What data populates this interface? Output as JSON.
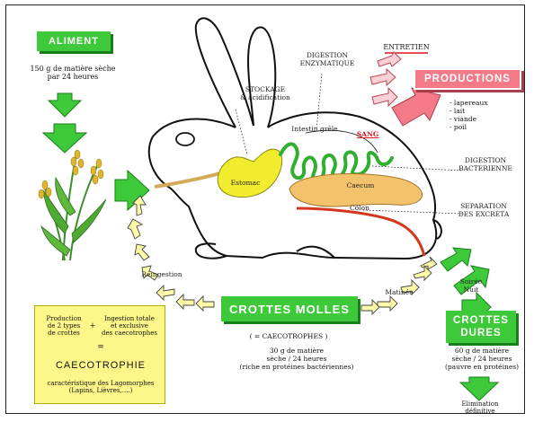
{
  "aliment": {
    "title": "ALIMENT",
    "line1": "150 g de matière sèche",
    "line2": "par 24 heures"
  },
  "rabbit_labels": {
    "stockage": "STOCKAGE",
    "acidification": "& acidification",
    "digestion_enz_1": "DIGESTION",
    "digestion_enz_2": "ENZYMATIQUE",
    "intestin": "Intestin grêle",
    "sang": "SANG",
    "estomac": "Estomac",
    "caecum": "Caecum",
    "colon": "Côlon",
    "digestion_bact_1": "DIGESTION",
    "digestion_bact_2": "BACTERIENNE",
    "separation_1": "SEPARATION",
    "separation_2": "DES EXCRETA"
  },
  "entretien": "ENTRETIEN",
  "productions": {
    "title": "PRODUCTIONS",
    "items": [
      "- lapereaux",
      "- lait",
      "- viande",
      "- poil"
    ]
  },
  "cycle": {
    "reingestion": "Réingestion",
    "matinee": "Matinée",
    "soiree": "Soirée",
    "nuit": "Nuit"
  },
  "crottes_molles": {
    "title": "CROTTES MOLLES",
    "sub": "( = CAECOTROPHES )",
    "line1": "30 g de matière",
    "line2": "sèche / 24 heures",
    "line3": "(riche en protéines bactériennes)"
  },
  "crottes_dures": {
    "title1": "CROTTES",
    "title2": "DURES",
    "line1": "60 g de matière",
    "line2": "sèche / 24 heures",
    "line3": "(pauvre en protéines)",
    "elim1": "Elimination",
    "elim2": "définitive"
  },
  "caecotrophie": {
    "prod1": "Production",
    "prod2": "de 2 types",
    "prod3": "de crottes",
    "plus": "+",
    "ing1": "Ingestion totale",
    "ing2": "et exclusive",
    "ing3": "des caecotrophes",
    "equals": "=",
    "title": "CAECOTROPHIE",
    "desc1": "caractéristique des Lagomorphes",
    "desc2": "(Lapins, Lièvres,....)"
  },
  "colors": {
    "green": "#3ec93a",
    "pink": "#f57a88",
    "yellow": "#fff68a",
    "stomach": "#f2ec2e",
    "caecum": "#f3c36b",
    "intestine": "#2fae2f",
    "colon": "#d2381d",
    "sang": "#e0141e"
  }
}
